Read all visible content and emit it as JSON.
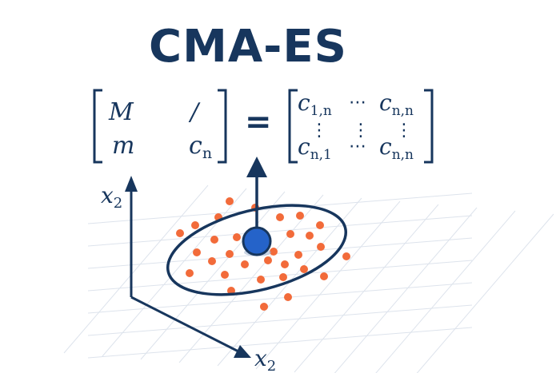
{
  "title": "CMA-ES",
  "colors": {
    "navy": "#17365d",
    "sample": "#f26b3a",
    "mean": "#2563c9",
    "grid": "#dde3ec"
  },
  "left_matrix": {
    "r1c1": "M",
    "r1c2": "/",
    "r2c1": "m",
    "r2c2_base": "c",
    "r2c2_sub": "n"
  },
  "equals": "=",
  "right_matrix": {
    "base": "c",
    "r1c1_sub": "1,n",
    "r1_dots": "⋯",
    "r1c3_sub": "n,n",
    "r2_vdots": "⋮",
    "r3c1_sub": "n,1",
    "r3_dots": "⋯",
    "r3c3_sub": "n,n"
  },
  "axes": {
    "vertical_base": "x",
    "vertical_sub": "2",
    "horizontal_base": "x",
    "horizontal_sub": "2"
  },
  "samples": [
    [
      287,
      252
    ],
    [
      319,
      260
    ],
    [
      273,
      272
    ],
    [
      244,
      282
    ],
    [
      350,
      272
    ],
    [
      375,
      270
    ],
    [
      400,
      282
    ],
    [
      225,
      292
    ],
    [
      268,
      300
    ],
    [
      296,
      297
    ],
    [
      363,
      293
    ],
    [
      387,
      295
    ],
    [
      246,
      316
    ],
    [
      287,
      318
    ],
    [
      342,
      315
    ],
    [
      373,
      319
    ],
    [
      401,
      309
    ],
    [
      433,
      321
    ],
    [
      265,
      327
    ],
    [
      306,
      331
    ],
    [
      335,
      326
    ],
    [
      356,
      331
    ],
    [
      380,
      337
    ],
    [
      237,
      342
    ],
    [
      281,
      344
    ],
    [
      326,
      350
    ],
    [
      354,
      347
    ],
    [
      405,
      346
    ],
    [
      289,
      364
    ],
    [
      330,
      384
    ],
    [
      360,
      372
    ]
  ]
}
